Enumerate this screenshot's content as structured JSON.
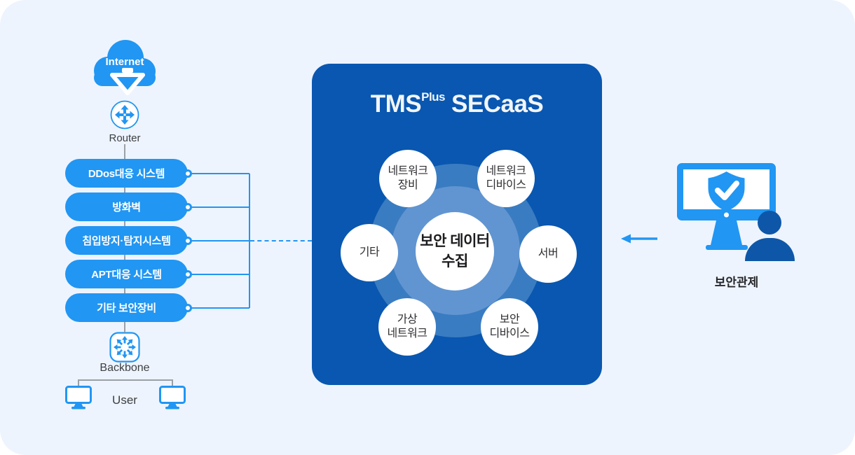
{
  "colors": {
    "canvas_bg": "#eef4fd",
    "accent_blue": "#2196f3",
    "panel_blue": "#0957b0",
    "ring_outer": "#3a7cc1",
    "ring_inner": "#6195d1",
    "person_blue": "#0e57a8",
    "line_gray": "#9aa0a6"
  },
  "left_flow": {
    "internet_label": "Internet",
    "router_label": "Router",
    "devices": [
      {
        "label": "DDos대응 시스템"
      },
      {
        "label": "방화벽"
      },
      {
        "label": "침입방지·탐지시스템"
      },
      {
        "label": "APT대응 시스템"
      },
      {
        "label": "기타 보안장비"
      }
    ],
    "backbone_label": "Backbone",
    "user_label": "User"
  },
  "panel": {
    "title": {
      "tms": "TMS",
      "sup": "Plus",
      "secaas": "SECaaS"
    },
    "center_circle": {
      "line1": "보안 데이터",
      "line2": "수집"
    },
    "satellites": [
      {
        "line1": "네트워크",
        "line2": "장비"
      },
      {
        "line1": "네트워크",
        "line2": "디바이스"
      },
      {
        "line1": "기타",
        "line2": ""
      },
      {
        "line1": "서버",
        "line2": ""
      },
      {
        "line1": "가상",
        "line2": "네트워크"
      },
      {
        "line1": "보안",
        "line2": "디바이스"
      }
    ]
  },
  "right_side": {
    "label": "보안관제"
  }
}
